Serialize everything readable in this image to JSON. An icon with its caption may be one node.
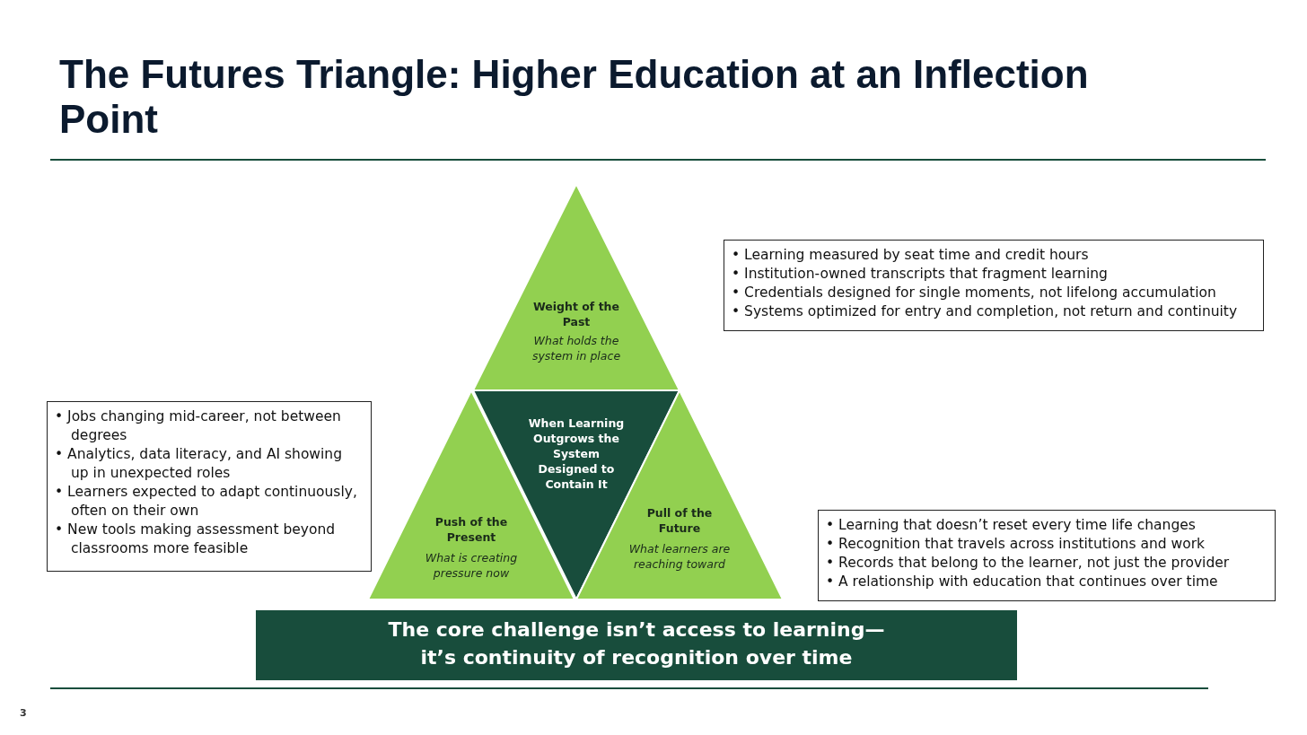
{
  "diagram": {
    "title": "The Futures Triangle: Higher Education at an Inflection Point",
    "nodes": [
      {
        "text": [
          "Weight of the Past",
          "What holds the system in place"
        ]
      },
      {
        "text": [
          "• Learning measured by seat time and credit hours",
          "• Institution-owned transcripts that fragment learning",
          "• Credentials designed for single moments, not lifelong accumulation",
          "• Systems optimized for entry and completion, not return and continuity"
        ]
      },
      {
        "text": [
          "• Jobs changing mid-career, not between degrees",
          "• Analytics, data literacy, and AI showing up in unexpected roles",
          "• Learners expected to adapt continuously, often on their own",
          "• New tools making assessment beyond classrooms more feasible"
        ]
      },
      {
        "text": [
          "Push of the Present",
          "What is creating pressure now"
        ]
      },
      {
        "text": [
          "When Learning Outgrows the System Designed to Contain It"
        ]
      },
      {
        "text": [
          "Pull of the Future",
          "What learners are reaching toward"
        ]
      },
      {
        "text": [
          "• Learning that doesn’t reset every time life changes",
          "• Recognition that travels across institutions and work",
          "• Records that belong to the learner, not just the provider",
          "• A relationship with education that continues over time"
        ]
      },
      {
        "text": [
          "The core challenge isn’t access to learning— it’s continuity of recognition over time"
        ]
      }
    ],
    "labels": [
      "3"
    ]
  }
}
